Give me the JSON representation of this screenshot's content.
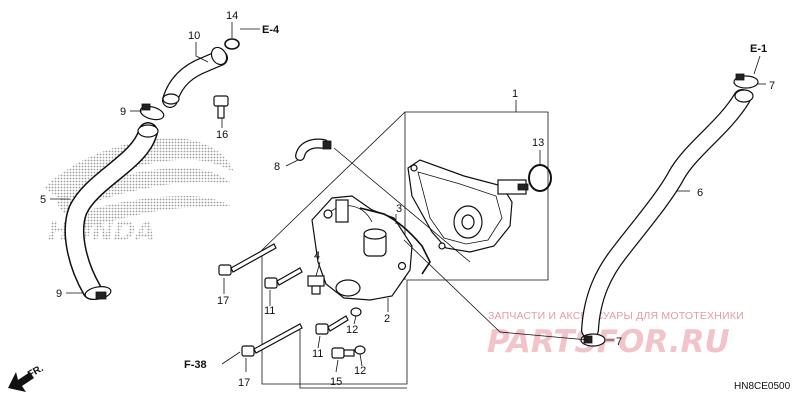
{
  "diagram": {
    "code": "HN8CE0500",
    "direction_label": "FR.",
    "background_logo": "HONDA",
    "refs": {
      "e4": "E-4",
      "e1": "E-1",
      "f38": "F-38"
    },
    "callouts": {
      "c1": "1",
      "c2": "2",
      "c3": "3",
      "c4": "4",
      "c5": "5",
      "c6": "6",
      "c7a": "7",
      "c7b": "7",
      "c8": "8",
      "c9a": "9",
      "c9b": "9",
      "c10": "10",
      "c11a": "11",
      "c11b": "11",
      "c12a": "12",
      "c12b": "12",
      "c13": "13",
      "c14": "14",
      "c15": "15",
      "c16": "16",
      "c17a": "17",
      "c17b": "17"
    }
  },
  "watermark": {
    "subtitle": "ЗАПЧАСТИ И АКСЕССУАРЫ ДЛЯ МОТОТЕХНИКИ",
    "brand": "PARTSFOR.RU"
  }
}
